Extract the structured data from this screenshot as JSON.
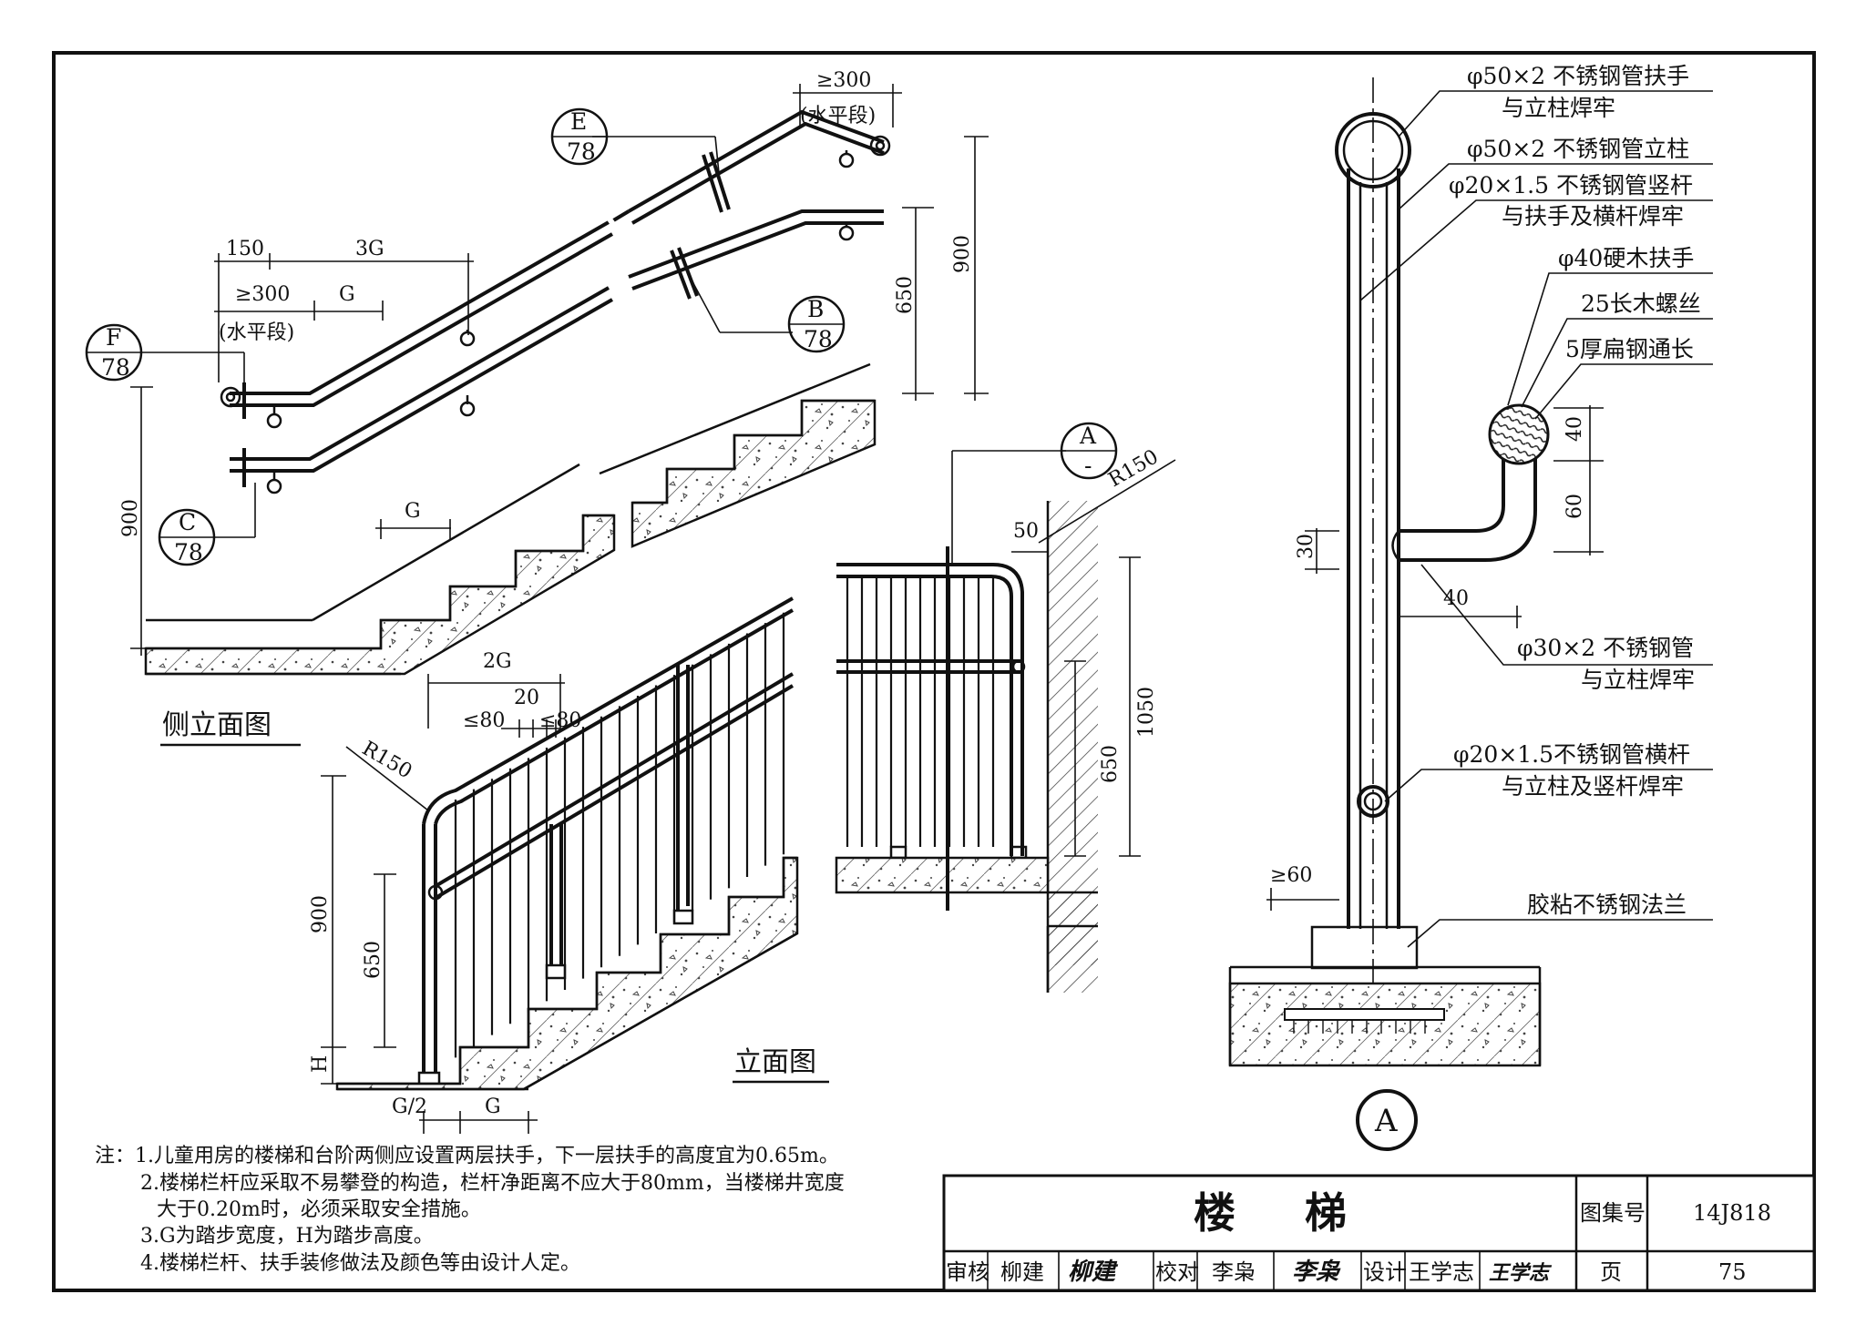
{
  "side_view": {
    "title": "侧立面图",
    "dims": {
      "d150": "150",
      "d3G": "3G",
      "dge300_left": "≥300",
      "dG_top": "G",
      "horiz_left": "(水平段)",
      "dge300_right": "≥300",
      "horiz_right": "(水平段)",
      "d900_left": "900",
      "d650": "650",
      "d900_right": "900",
      "dG_steps": "G"
    },
    "callouts": [
      {
        "id": "E",
        "sheet": "78"
      },
      {
        "id": "B",
        "sheet": "78"
      },
      {
        "id": "F",
        "sheet": "78"
      },
      {
        "id": "C",
        "sheet": "78"
      }
    ]
  },
  "elevation": {
    "title": "立面图",
    "dims": {
      "d2G": "2G",
      "d20": "20",
      "le80_a": "≤80",
      "le80_b": "≤80",
      "r150": "R150",
      "d900": "900",
      "d650": "650",
      "dH": "H",
      "dG2": "G/2",
      "dG": "G"
    }
  },
  "landing": {
    "callout": {
      "id": "A",
      "sheet": "-"
    },
    "dims": {
      "r150": "R150",
      "d50": "50",
      "d1050": "1050",
      "d650": "650"
    }
  },
  "detail_A": {
    "label": "A",
    "notes": [
      "φ50×2 不锈钢管扶手",
      "与立柱焊牢",
      "φ50×2 不锈钢管立柱",
      "φ20×1.5 不锈钢管竖杆",
      "与扶手及横杆焊牢",
      "φ40硬木扶手",
      "25长木螺丝",
      "5厚扁钢通长",
      "φ30×2 不锈钢管",
      "与立柱焊牢",
      "φ20×1.5不锈钢管横杆",
      "与立柱及竖杆焊牢",
      "胶粘不锈钢法兰"
    ],
    "dims": {
      "d30": "30",
      "d40a": "40",
      "d60": "60",
      "d40b": "40",
      "ge60": "≥60"
    }
  },
  "notes": [
    "注：1.儿童用房的楼梯和台阶两侧应设置两层扶手，下一层扶手的高度宜为0.65m。",
    "2.楼梯栏杆应采取不易攀登的构造，栏杆净距离不应大于80mm，当楼梯井宽度",
    "大于0.20m时，必须采取安全措施。",
    "3.G为踏步宽度，H为踏步高度。",
    "4.楼梯栏杆、扶手装修做法及颜色等由设计人定。"
  ],
  "title_block": {
    "title": "楼 梯",
    "atlas_label": "图集号",
    "atlas_no": "14J818",
    "page_label": "页",
    "page_no": "75",
    "review_label": "审核",
    "review_name": "柳建",
    "review_sig": "柳建",
    "check_label": "校对",
    "check_name": "李枭",
    "check_sig": "李枭",
    "design_label": "设计",
    "design_name": "王学志",
    "design_sig": "王学志"
  }
}
